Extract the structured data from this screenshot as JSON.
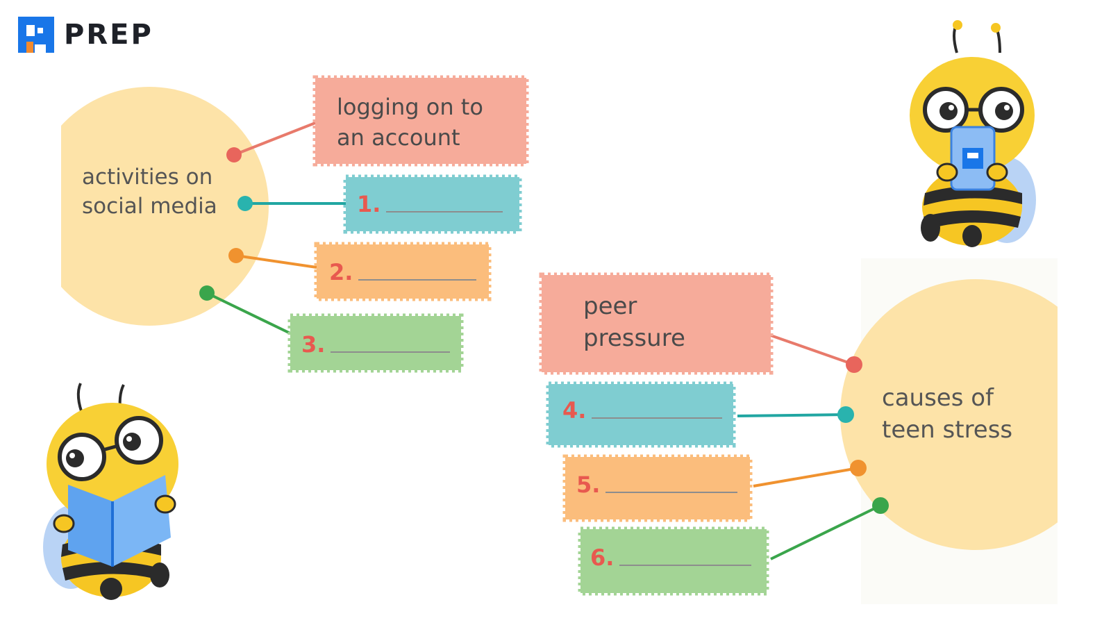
{
  "brand": {
    "name": "PREP",
    "color": "#1976e8"
  },
  "diagram1": {
    "hub_label": [
      "activities on",
      "social media"
    ],
    "items": [
      {
        "text": [
          "logging on to",
          "an account"
        ],
        "color": "#f6ab9a",
        "connector": "#e87a6b"
      },
      {
        "number": "1.",
        "color": "#7fcdd1",
        "connector": "#21a6a2"
      },
      {
        "number": "2.",
        "color": "#fbbd7c",
        "connector": "#f0922f"
      },
      {
        "number": "3.",
        "color": "#a3d495",
        "connector": "#3aa54b"
      }
    ]
  },
  "diagram2": {
    "hub_label": [
      "causes of",
      "teen stress"
    ],
    "items": [
      {
        "text": [
          "peer",
          "pressure"
        ],
        "color": "#f6ab9a",
        "connector": "#e87a6b"
      },
      {
        "number": "4.",
        "color": "#7fcdd1",
        "connector": "#21a6a2"
      },
      {
        "number": "5.",
        "color": "#fbbd7c",
        "connector": "#f0922f"
      },
      {
        "number": "6.",
        "color": "#a3d495",
        "connector": "#3aa54b"
      }
    ]
  },
  "colors": {
    "hub": "#fde3a8",
    "number_text": "#e8594f"
  },
  "mascots": [
    "bee-with-phone",
    "bee-reading-book"
  ]
}
